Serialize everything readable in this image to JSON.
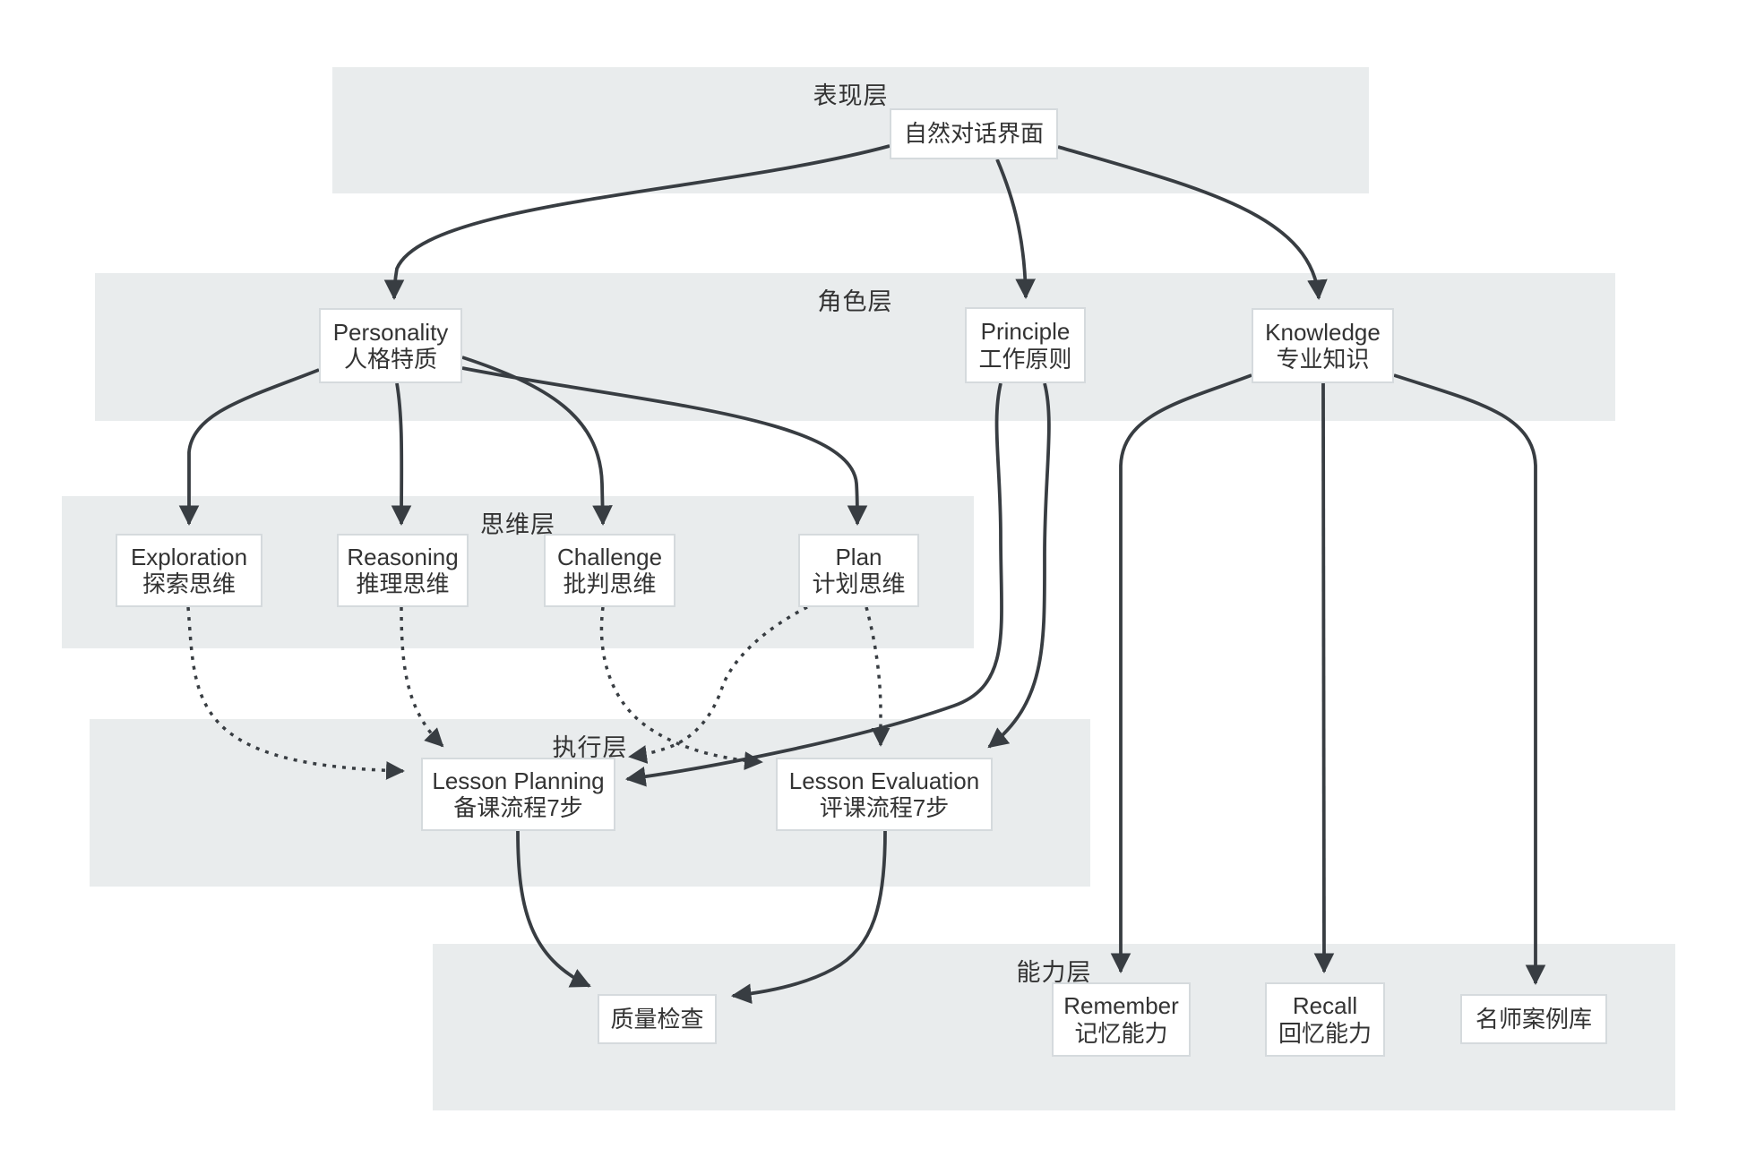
{
  "diagram": {
    "title": null,
    "layers": [
      {
        "id": "presentation",
        "label": "表现层"
      },
      {
        "id": "role",
        "label": "角色层"
      },
      {
        "id": "thinking",
        "label": "思维层"
      },
      {
        "id": "execution",
        "label": "执行层"
      },
      {
        "id": "capability",
        "label": "能力层"
      }
    ],
    "nodes": {
      "dialog": {
        "line1": "自然对话界面"
      },
      "personality": {
        "line1": "Personality",
        "line2": "人格特质"
      },
      "principle": {
        "line1": "Principle",
        "line2": "工作原则"
      },
      "knowledge": {
        "line1": "Knowledge",
        "line2": "专业知识"
      },
      "exploration": {
        "line1": "Exploration",
        "line2": "探索思维"
      },
      "reasoning": {
        "line1": "Reasoning",
        "line2": "推理思维"
      },
      "challenge": {
        "line1": "Challenge",
        "line2": "批判思维"
      },
      "plan": {
        "line1": "Plan",
        "line2": "计划思维"
      },
      "lesson_planning": {
        "line1": "Lesson Planning",
        "line2": "备课流程7步"
      },
      "lesson_evaluation": {
        "line1": "Lesson Evaluation",
        "line2": "评课流程7步"
      },
      "quality": {
        "line1": "质量检查"
      },
      "remember": {
        "line1": "Remember",
        "line2": "记忆能力"
      },
      "recall": {
        "line1": "Recall",
        "line2": "回忆能力"
      },
      "cases": {
        "line1": "名师案例库"
      }
    },
    "edges": [
      {
        "from": "dialog",
        "to": "personality",
        "style": "solid"
      },
      {
        "from": "dialog",
        "to": "principle",
        "style": "solid"
      },
      {
        "from": "dialog",
        "to": "knowledge",
        "style": "solid"
      },
      {
        "from": "personality",
        "to": "exploration",
        "style": "solid"
      },
      {
        "from": "personality",
        "to": "reasoning",
        "style": "solid"
      },
      {
        "from": "personality",
        "to": "challenge",
        "style": "solid"
      },
      {
        "from": "personality",
        "to": "plan",
        "style": "solid"
      },
      {
        "from": "exploration",
        "to": "lesson_planning",
        "style": "dotted"
      },
      {
        "from": "reasoning",
        "to": "lesson_planning",
        "style": "dotted"
      },
      {
        "from": "challenge",
        "to": "lesson_evaluation",
        "style": "dotted"
      },
      {
        "from": "plan",
        "to": "lesson_planning",
        "style": "dotted"
      },
      {
        "from": "plan",
        "to": "lesson_evaluation",
        "style": "dotted"
      },
      {
        "from": "principle",
        "to": "lesson_planning",
        "style": "solid"
      },
      {
        "from": "principle",
        "to": "lesson_evaluation",
        "style": "solid"
      },
      {
        "from": "lesson_planning",
        "to": "quality",
        "style": "solid"
      },
      {
        "from": "lesson_evaluation",
        "to": "quality",
        "style": "solid"
      },
      {
        "from": "knowledge",
        "to": "remember",
        "style": "solid"
      },
      {
        "from": "knowledge",
        "to": "recall",
        "style": "solid"
      },
      {
        "from": "knowledge",
        "to": "cases",
        "style": "solid"
      }
    ]
  },
  "colors": {
    "band": "#e9eced",
    "node_fill": "#ffffff",
    "node_border": "#d5dadd",
    "edge": "#383d42",
    "text": "#333333",
    "background": "#ffffff"
  }
}
